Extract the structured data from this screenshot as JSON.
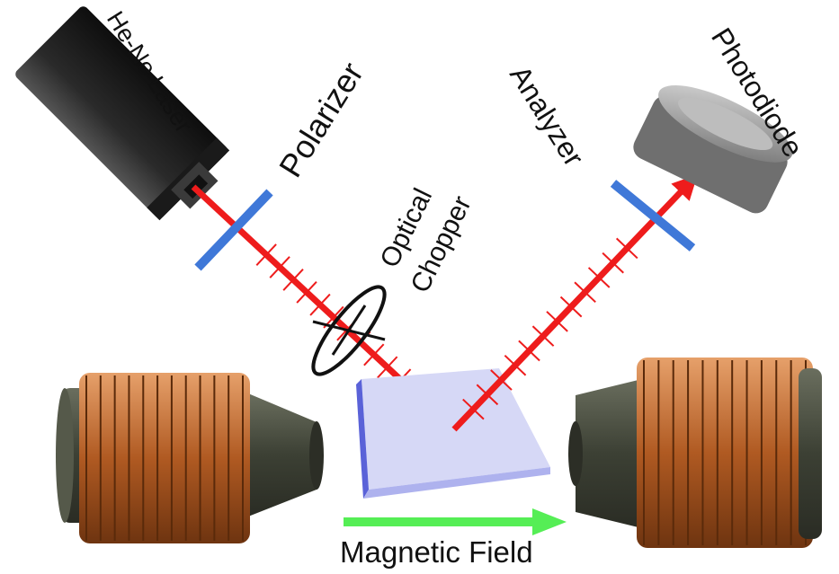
{
  "labels": {
    "laser": "He-Ne Laser",
    "polarizer": "Polarizer",
    "chopper_line1": "Optical",
    "chopper_line2": "Chopper",
    "analyzer": "Analyzer",
    "photodiode": "Photodiode",
    "field": "Magnetic Field"
  },
  "colors": {
    "beam": "#ee1c1c",
    "polarizer": "#3f78d8",
    "sample_top": "#d6d8f6",
    "sample_edge": "#5a62d8",
    "coil": "#b8622a",
    "core": "#4a4e40",
    "field_arrow": "#55ee55",
    "laser_body": "#262626",
    "photodiode": "#9a9a9a"
  }
}
